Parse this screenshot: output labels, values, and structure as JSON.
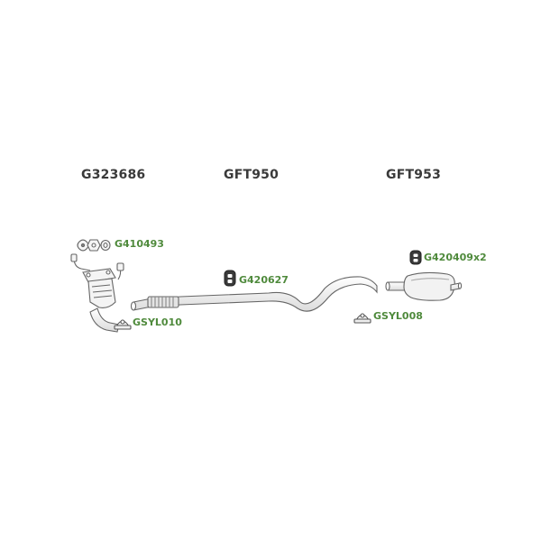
{
  "sections": [
    {
      "code": "G323686"
    },
    {
      "code": "GFT950"
    },
    {
      "code": "GFT953"
    }
  ],
  "parts": [
    {
      "code": "G410493",
      "icon": "gasket-set-icon"
    },
    {
      "code": "GSYL010",
      "icon": "clamp-icon"
    },
    {
      "code": "G420627",
      "icon": "rubber-mount-icon"
    },
    {
      "code": "GSYL008",
      "icon": "clamp-icon"
    },
    {
      "code": "G420409x2",
      "icon": "rubber-mount-icon"
    }
  ],
  "colors": {
    "part_label": "#4f8a3c",
    "section_code": "#3a3a3a",
    "line_art": "#666666",
    "fill": "#f4f4f4"
  }
}
